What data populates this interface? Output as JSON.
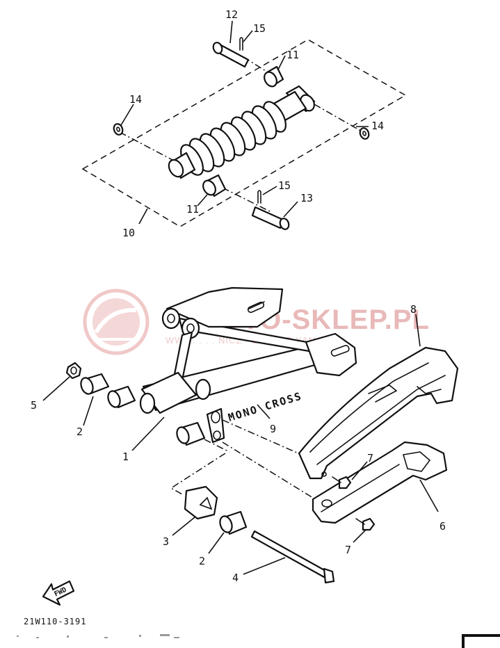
{
  "diagram": {
    "reference_code": "21W110-3191",
    "forward_arrow_label": "FWD",
    "swingarm_stamp": "MONO CROSS",
    "watermark": {
      "main_text": "MOTO-SKLEP.PL",
      "sub_text": "WWW. . . . NICZ · DEALER YAMAHA"
    },
    "colors": {
      "line": "#111111",
      "background": "#ffffff",
      "watermark": "#e7b2b2"
    },
    "callouts": {
      "c1": "1",
      "c2a": "2",
      "c2b": "2",
      "c3": "3",
      "c4": "4",
      "c5": "5",
      "c6": "6",
      "c7a": "7",
      "c7b": "7",
      "c8": "8",
      "c9": "9",
      "c10": "10",
      "c11a": "11",
      "c11b": "11",
      "c12": "12",
      "c13": "13",
      "c14a": "14",
      "c14b": "14",
      "c15a": "15",
      "c15b": "15"
    }
  }
}
